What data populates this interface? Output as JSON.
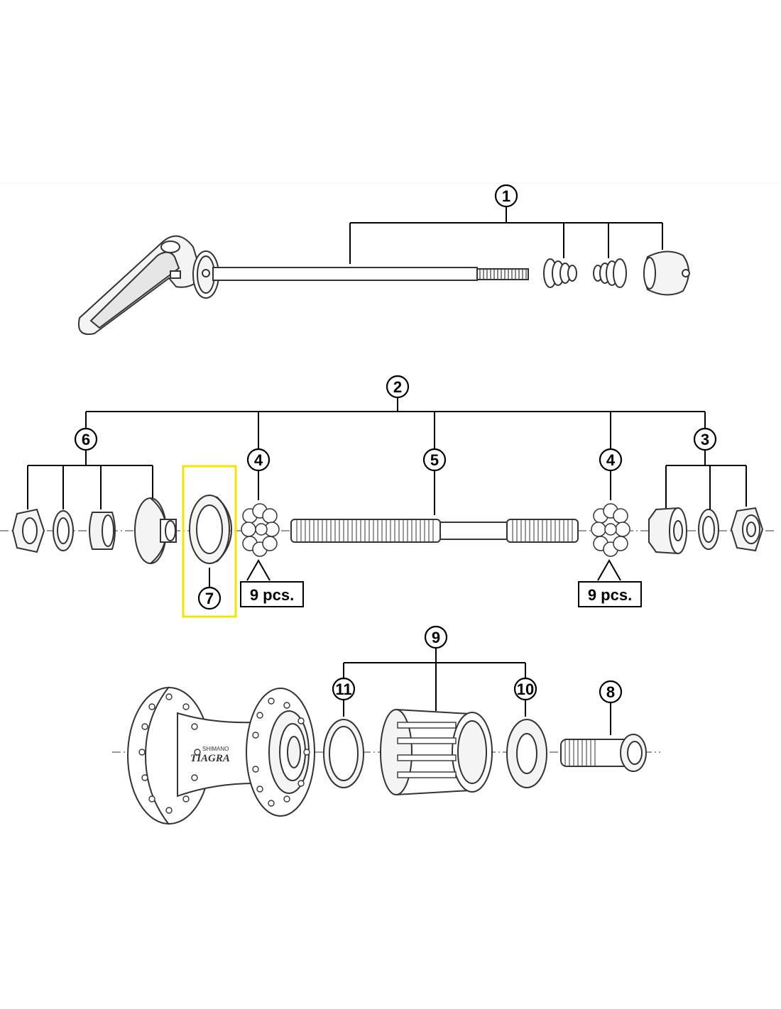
{
  "callouts": {
    "c1": "1",
    "c2": "2",
    "c3": "3",
    "c4_left": "4",
    "c4_right": "4",
    "c5": "5",
    "c6": "6",
    "c7": "7",
    "c8": "8",
    "c9": "9",
    "c10": "10",
    "c11": "11"
  },
  "ball_count_left": "9 pcs.",
  "ball_count_right": "9 pcs.",
  "hub_markings": {
    "brand": "SHIMANO",
    "model": "TIAGRA"
  },
  "highlight": {
    "part": "7",
    "color": "#f2e600"
  },
  "colors": {
    "line": "#000000",
    "part_stroke": "#333333",
    "part_fill": "#f4f4f4"
  }
}
